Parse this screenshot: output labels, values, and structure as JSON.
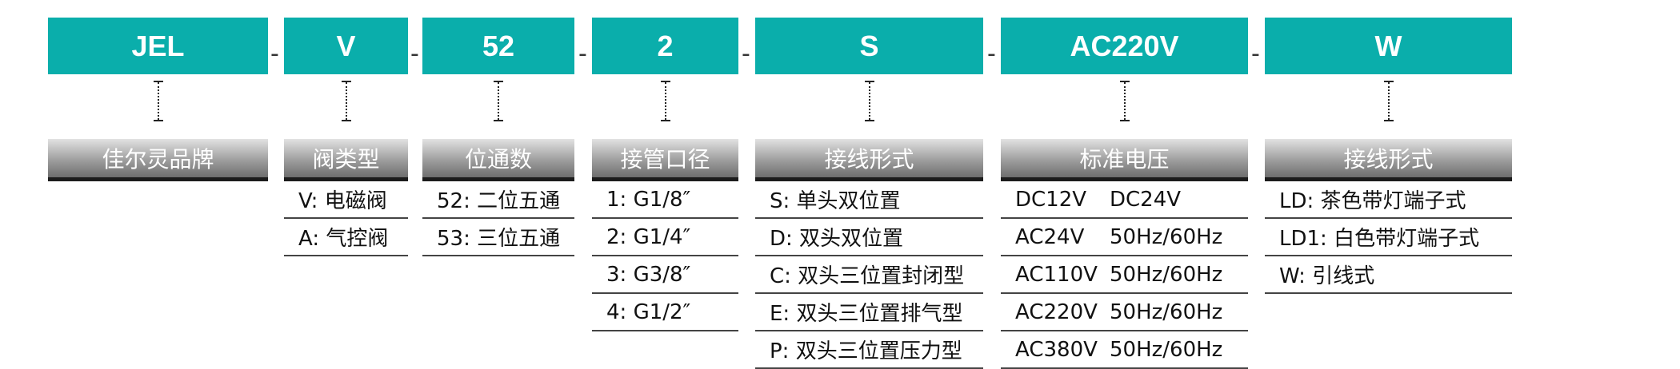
{
  "separator": "-",
  "segments": [
    {
      "code": "JEL",
      "label": "佳尔灵品牌",
      "options": []
    },
    {
      "code": "V",
      "label": "阀类型",
      "options": [
        "V: 电磁阀",
        "A: 气控阀"
      ]
    },
    {
      "code": "52",
      "label": "位通数",
      "options": [
        "52: 二位五通",
        "53: 三位五通"
      ]
    },
    {
      "code": "2",
      "label": "接管口径",
      "options": [
        "1: G1/8″",
        "2: G1/4″",
        "3: G3/8″",
        "4: G1/2″"
      ]
    },
    {
      "code": "S",
      "label": "接线形式",
      "options": [
        "S: 单头双位置",
        "D: 双头双位置",
        "C: 双头三位置封闭型",
        "E: 双头三位置排气型",
        "P: 双头三位置压力型"
      ]
    },
    {
      "code": "AC220V",
      "label": "标准电压",
      "options": [
        {
          "a": "DC12V",
          "b": "DC24V"
        },
        {
          "a": "AC24V",
          "b": "50Hz/60Hz"
        },
        {
          "a": "AC110V",
          "b": "50Hz/60Hz"
        },
        {
          "a": "AC220V",
          "b": "50Hz/60Hz"
        },
        {
          "a": "AC380V",
          "b": "50Hz/60Hz"
        }
      ]
    },
    {
      "code": "W",
      "label": "接线形式",
      "options": [
        "LD: 茶色带灯端子式",
        "LD1: 白色带灯端子式",
        "W: 引线式"
      ]
    }
  ]
}
